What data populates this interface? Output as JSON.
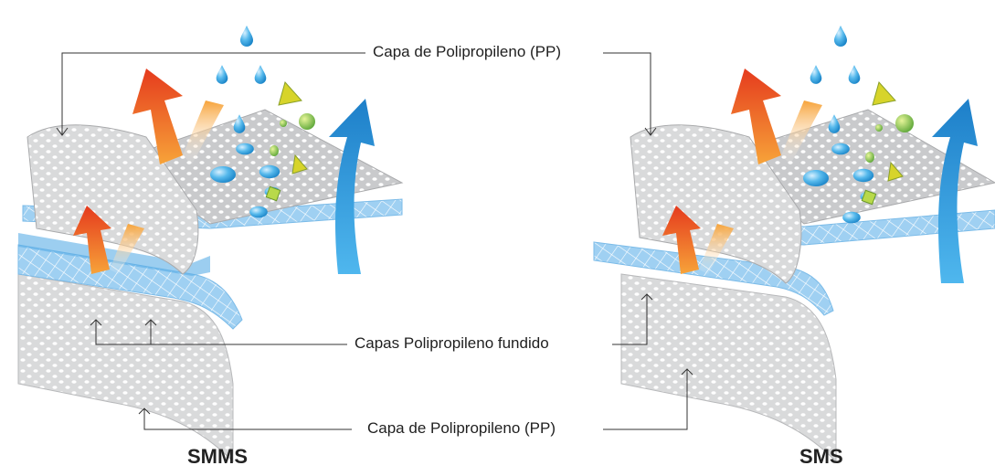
{
  "labels": {
    "top": "Capa de Polipropileno (PP)",
    "middle": "Capas Polipropileno fundido",
    "bottom": "Capa de Polipropileno (PP)"
  },
  "captions": {
    "left": "SMMS",
    "right": "SMS"
  },
  "colors": {
    "fabric_gray": "#c9cacc",
    "meltblown_blue": "#8fc8ee",
    "water_blue": "#2ea3e0",
    "heat_arrow_red": "#e53a1d",
    "heat_arrow_orange": "#f7a339",
    "vapor_arrow_blue": "#1d8fd6",
    "particle_green": "#7cc242",
    "particle_yellow": "#d7d42a"
  },
  "icons": [
    "water-drop-icon",
    "heat-arrow-icon",
    "vapor-arrow-icon",
    "particle-icon"
  ]
}
